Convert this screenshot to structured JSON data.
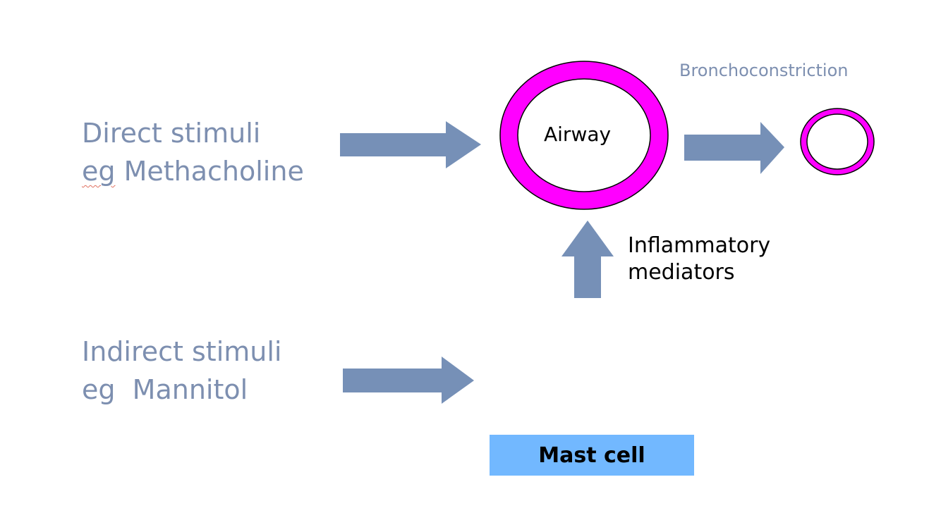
{
  "colors": {
    "arrow": "#7690b7",
    "ring": "#ff00ff",
    "ring_outline": "#000000",
    "stimuli_text": "#7d8fb0",
    "mast_cell_fill": "#72b8ff"
  },
  "direct_stimuli": {
    "line1": "Direct stimuli",
    "line2_prefix": "eg",
    "line2_rest": " Methacholine"
  },
  "indirect_stimuli": {
    "line1": "Indirect stimuli",
    "line2": "eg  Mannitol"
  },
  "airway": {
    "label": "Airway"
  },
  "bronchoconstriction": {
    "label": "Bronchoconstriction"
  },
  "inflammatory_mediators": {
    "line1": "Inflammatory",
    "line2": "mediators"
  },
  "mast_cell": {
    "label": "Mast cell"
  }
}
